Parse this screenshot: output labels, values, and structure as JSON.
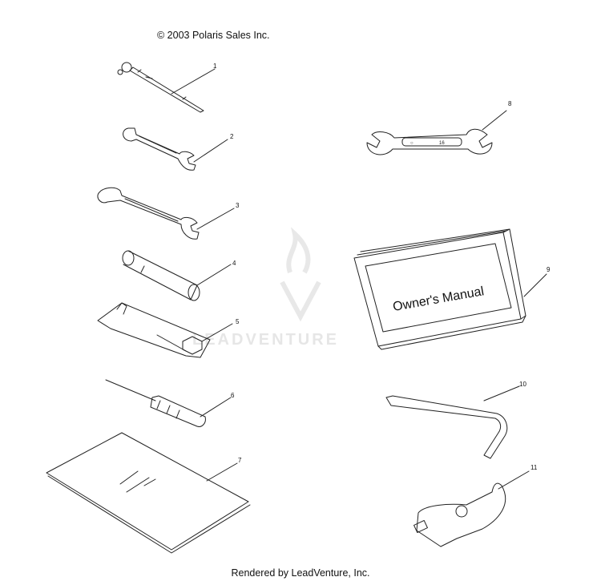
{
  "copyright": "© 2003 Polaris Sales Inc.",
  "footer": "Rendered by LeadVenture, Inc.",
  "watermark": "LEADVENTURE",
  "manual_cover_text": "Owner's Manual",
  "callouts": [
    "1",
    "2",
    "3",
    "4",
    "5",
    "6",
    "7",
    "8",
    "9",
    "10",
    "11"
  ]
}
